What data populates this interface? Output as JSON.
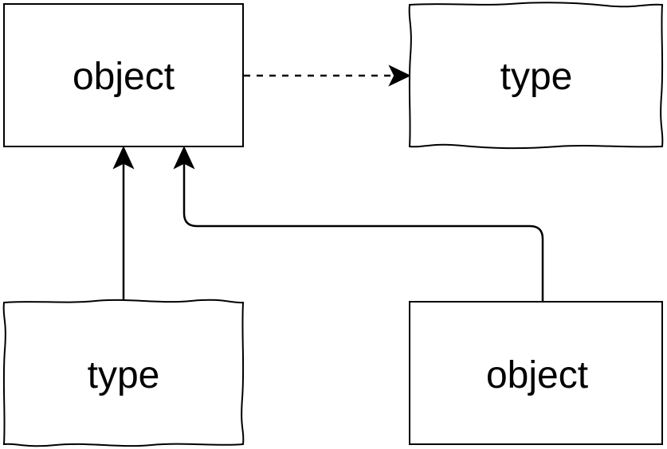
{
  "diagram": {
    "nodes": {
      "object_top": {
        "label": "object"
      },
      "type_top": {
        "label": "type"
      },
      "type_bottom": {
        "label": "type"
      },
      "object_bottom": {
        "label": "object"
      }
    },
    "edges": [
      {
        "from": "object_top",
        "to": "type_top",
        "style": "dashed"
      },
      {
        "from": "type_bottom",
        "to": "object_top",
        "style": "solid"
      },
      {
        "from": "object_bottom",
        "to": "object_top",
        "style": "solid"
      }
    ],
    "colors": {
      "stroke": "#000000",
      "fill": "#ffffff"
    }
  }
}
